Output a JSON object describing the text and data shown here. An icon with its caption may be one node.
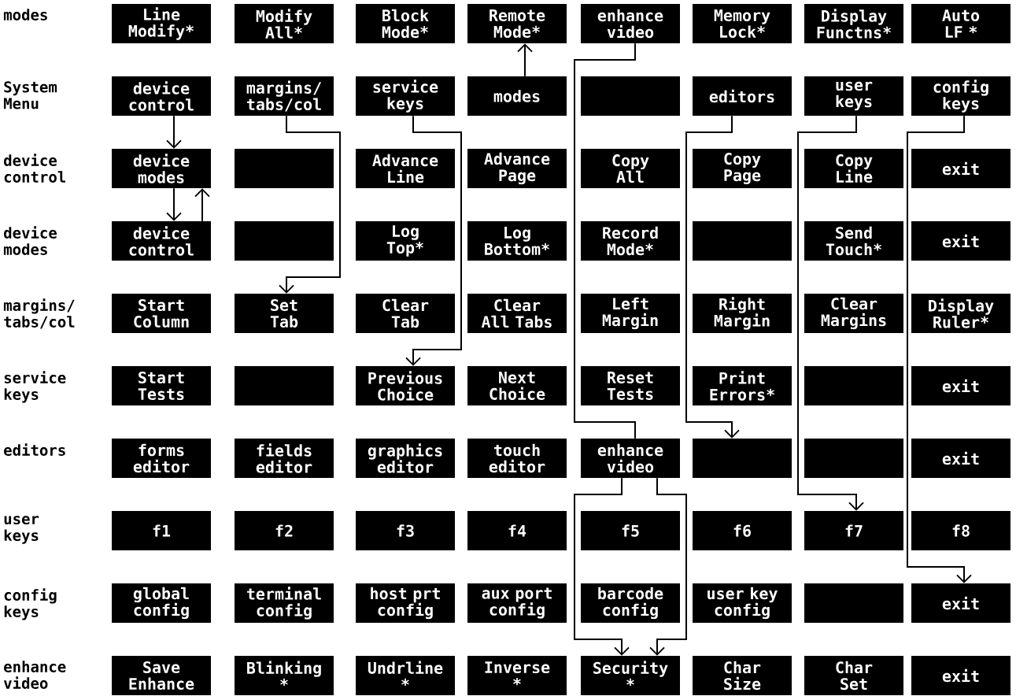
{
  "diagram": {
    "nodes": [
      {
        "text": [
          "Line Modify*"
        ]
      },
      {
        "text": [
          "Modify All*"
        ]
      },
      {
        "text": [
          "Block Mode*"
        ]
      },
      {
        "text": [
          "Remote Mode*"
        ]
      },
      {
        "text": [
          "enhance video"
        ]
      },
      {
        "text": [
          "Memory Lock*"
        ]
      },
      {
        "text": [
          "Display Functns*"
        ]
      },
      {
        "text": [
          "Auto LF *"
        ]
      },
      {
        "text": [
          "device control"
        ]
      },
      {
        "text": [
          "margins/ tabs/col"
        ]
      },
      {
        "text": [
          "service keys"
        ]
      },
      {
        "text": [
          "modes"
        ]
      },
      {
        "text": [],
        "shape": "box"
      },
      {
        "text": [
          "editors"
        ]
      },
      {
        "text": [
          "user keys"
        ]
      },
      {
        "text": [
          "config keys"
        ]
      },
      {
        "text": [
          "device modes"
        ]
      },
      {
        "text": [],
        "shape": "box"
      },
      {
        "text": [
          "Advance Line"
        ]
      },
      {
        "text": [
          "Advance Page"
        ]
      },
      {
        "text": [
          "Copy All"
        ]
      },
      {
        "text": [
          "Copy Page"
        ]
      },
      {
        "text": [
          "Copy Line"
        ]
      },
      {
        "text": [
          "exit"
        ]
      },
      {
        "text": [
          "device control"
        ]
      },
      {
        "text": [],
        "shape": "box"
      },
      {
        "text": [
          "Log Top*"
        ]
      },
      {
        "text": [
          "Log Bottom*"
        ]
      },
      {
        "text": [
          "Record Mode*"
        ]
      },
      {
        "text": [],
        "shape": "box"
      },
      {
        "text": [
          "Send Touch*"
        ]
      },
      {
        "text": [
          "exit"
        ]
      },
      {
        "text": [
          "Start Column"
        ]
      },
      {
        "text": [
          "Set Tab"
        ]
      },
      {
        "text": [
          "Clear Tab"
        ]
      },
      {
        "text": [
          "Clear All Tabs"
        ]
      },
      {
        "text": [
          "Left Margin"
        ]
      },
      {
        "text": [
          "Right Margin"
        ]
      },
      {
        "text": [
          "Clear Margins"
        ]
      },
      {
        "text": [
          "Display Ruler*"
        ]
      },
      {
        "text": [
          "Start Tests"
        ]
      },
      {
        "text": [],
        "shape": "box"
      },
      {
        "text": [
          "Previous Choice"
        ]
      },
      {
        "text": [
          "Next Choice"
        ]
      },
      {
        "text": [
          "Reset Tests"
        ]
      },
      {
        "text": [
          "Print Errors*"
        ]
      },
      {
        "text": [],
        "shape": "box"
      },
      {
        "text": [
          "exit"
        ]
      },
      {
        "text": [
          "forms editor"
        ]
      },
      {
        "text": [
          "fields editor"
        ]
      },
      {
        "text": [
          "graphics editor"
        ]
      },
      {
        "text": [
          "touch editor"
        ]
      },
      {
        "text": [
          "enhance video"
        ]
      },
      {
        "text": [],
        "shape": "box"
      },
      {
        "text": [],
        "shape": "box"
      },
      {
        "text": [
          "exit"
        ]
      },
      {
        "text": [
          "f1"
        ]
      },
      {
        "text": [
          "f2"
        ]
      },
      {
        "text": [
          "f3"
        ]
      },
      {
        "text": [
          "f4"
        ]
      },
      {
        "text": [
          "f5"
        ]
      },
      {
        "text": [
          "f6"
        ]
      },
      {
        "text": [
          "f7"
        ]
      },
      {
        "text": [
          "f8"
        ]
      },
      {
        "text": [
          "global config"
        ]
      },
      {
        "text": [
          "terminal config"
        ]
      },
      {
        "text": [
          "host prt config"
        ]
      },
      {
        "text": [
          "aux port config"
        ]
      },
      {
        "text": [
          "barcode config"
        ]
      },
      {
        "text": [
          "user key config"
        ]
      },
      {
        "text": [],
        "shape": "box"
      },
      {
        "text": [
          "exit"
        ]
      },
      {
        "text": [
          "Save Enhance"
        ]
      },
      {
        "text": [
          "Blinking *"
        ]
      },
      {
        "text": [
          "Undrline *"
        ]
      },
      {
        "text": [
          "Inverse *"
        ]
      },
      {
        "text": [
          "Security *"
        ]
      },
      {
        "text": [
          "Char Size"
        ]
      },
      {
        "text": [
          "Char Set"
        ]
      },
      {
        "text": [
          "exit"
        ]
      }
    ],
    "edges": [
      {
        "from": 8,
        "to": 16,
        "arrow": "to"
      },
      {
        "from": 16,
        "to": 24,
        "arrow": "to"
      },
      {
        "from": 24,
        "to": 16,
        "arrow": "to"
      },
      {
        "from": 9,
        "to": 33,
        "arrow": "to"
      },
      {
        "from": 10,
        "to": 42,
        "arrow": "to"
      },
      {
        "from": 11,
        "to": 3,
        "arrow": "to"
      },
      {
        "from": 4,
        "to": 52,
        "arrow": "none"
      },
      {
        "from": 52,
        "to": 76,
        "arrow": "to"
      },
      {
        "from": 52,
        "to": 76,
        "arrow": "to"
      },
      {
        "from": 13,
        "to": 53,
        "arrow": "to"
      },
      {
        "from": 14,
        "to": 62,
        "arrow": "to"
      },
      {
        "from": 15,
        "to": 71,
        "arrow": "to"
      }
    ],
    "labels": [
      "modes",
      "System Menu",
      "device control",
      "device modes",
      "margins/ tabs/col",
      "service keys",
      "editors",
      "user keys",
      "config keys",
      "enhance video"
    ]
  }
}
